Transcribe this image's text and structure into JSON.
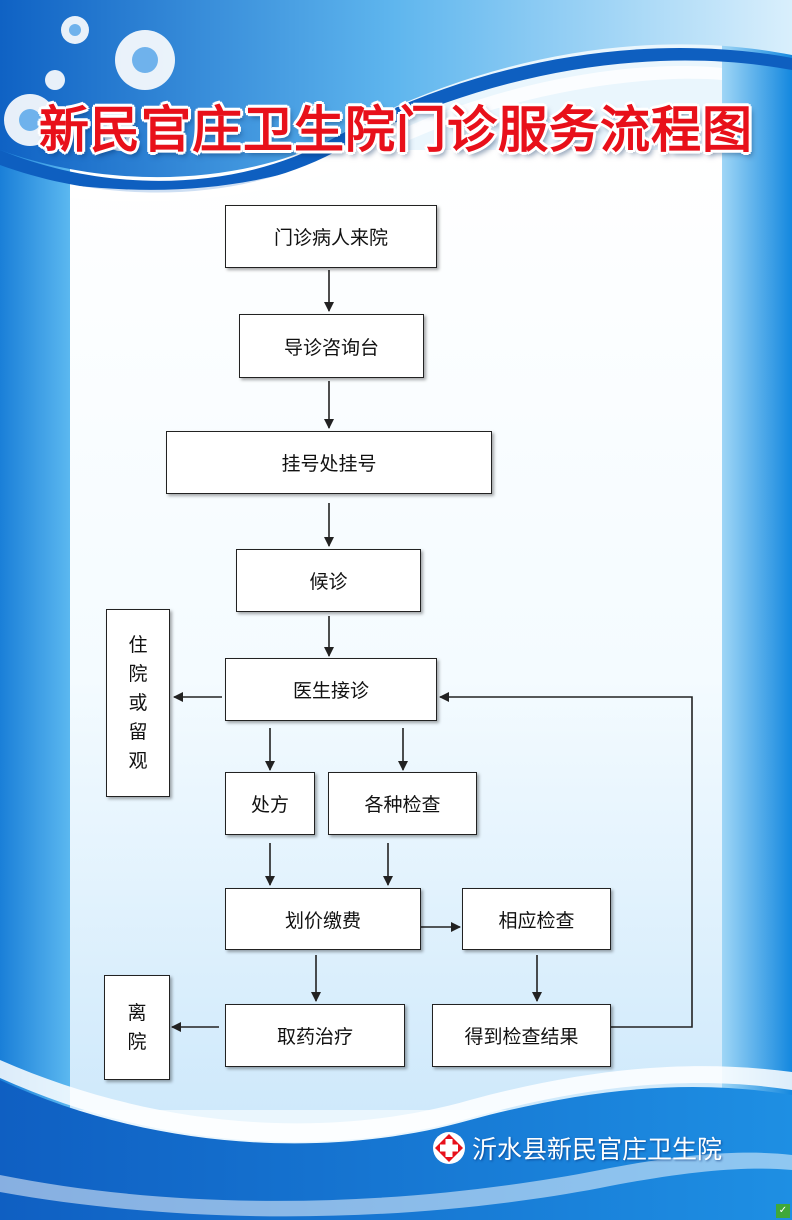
{
  "title": "新民官庄卫生院门诊服务流程图",
  "nodes": {
    "arrive": "门诊病人来院",
    "guide": "导诊咨询台",
    "register": "挂号处挂号",
    "wait": "候诊",
    "doctor": "医生接诊",
    "prescription": "处方",
    "exams": "各种检查",
    "payment": "划价缴费",
    "corresponding_exam": "相应检查",
    "medicine": "取药治疗",
    "results": "得到检查结果",
    "hospitalize": [
      "住",
      "院",
      "或",
      "留",
      "观"
    ],
    "leave": [
      "离",
      "院"
    ]
  },
  "footer": {
    "text": "沂水县新民官庄卫生院",
    "logo_icon": "red-cross-icon"
  },
  "colors": {
    "title_red": "#e8101a",
    "blue": "#1177d6",
    "light_blue": "#cfe9fb"
  }
}
